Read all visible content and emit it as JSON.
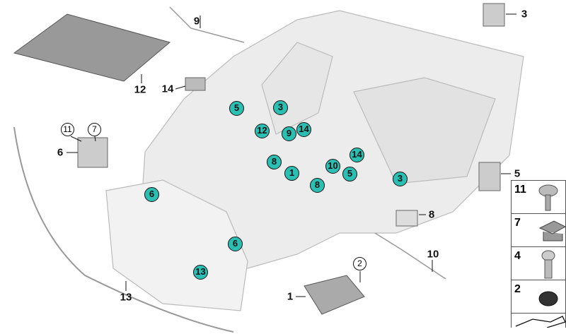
{
  "callouts": [
    "5",
    "3",
    "12",
    "9",
    "14",
    "8",
    "1",
    "10",
    "5",
    "14",
    "8",
    "3",
    "6",
    "6",
    "13"
  ],
  "labels": {
    "l9": "9",
    "l12": "12",
    "l14": "14",
    "l3": "3",
    "l6": "6",
    "l5": "5",
    "l8": "8",
    "l10": "10",
    "l13": "13",
    "l1": "1",
    "c11": "11",
    "c7": "7",
    "c2": "2"
  },
  "panel": [
    "11",
    "7",
    "4",
    "2"
  ],
  "colors": {
    "callout": "#2bbfb3"
  }
}
